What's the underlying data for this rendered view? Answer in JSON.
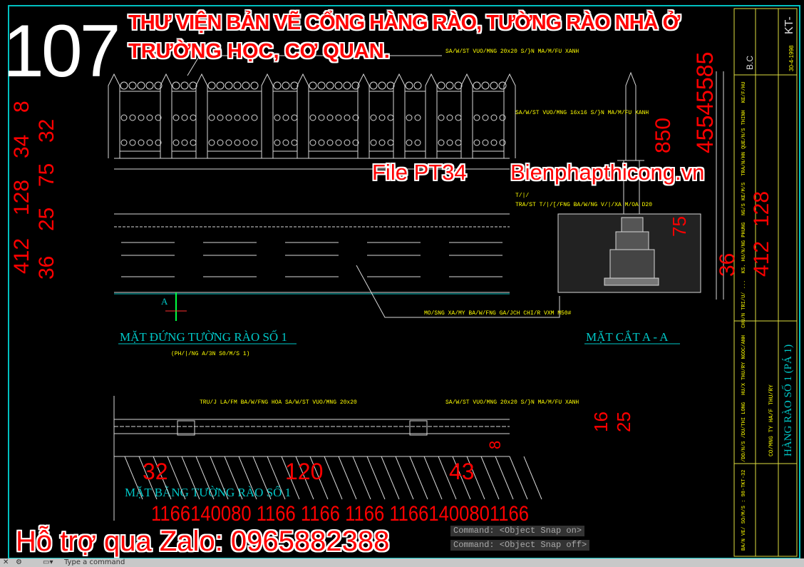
{
  "overlay": {
    "number": "107",
    "title_line1": "THƯ VIỆN BẢN VẼ CỔNG HÀNG RÀO, TƯỜNG RÀO NHÀ Ở",
    "title_line2": "TRƯỜNG HỌC, CƠ QUAN.",
    "file_label": "File PT34",
    "website": "Bienphapthicong.vn",
    "support": "Hỗ trợ qua Zalo: 0965882388"
  },
  "drawing": {
    "elevation_title": "MẶT ĐỨNG TƯỜNG RÀO SỐ 1",
    "elevation_subtitle": "(PH/|/NG A/3N S0/M/S 1)",
    "section_title": "MẶT CẮT A - A",
    "plan_title": "MẶT BẰNG TƯỜNG RÀO SỐ 1",
    "section_marker": "A",
    "notes": {
      "top_bar": "SA/W/ST VUO/MNG 20x20 S/}N MA/M/FU XANH",
      "mid_bar": "SA/W/ST VUO/MNG 16x16 S/}N MA/M/FU XANH",
      "post_note1": "T/|/",
      "post_note2": "TRA/ST T/|/[/FNG BA/W/NG V/|/XA M/OA D20",
      "foundation": "MO/SNG XA/MY BA/W/FNG GA/JCH CHI/R VXM M50#",
      "plan_post": "TRU/J LA/FM BA/W/FNG HOA SA/W/ST VUO/MNG 20x20",
      "plan_bar": "SA/W/ST VUO/MNG 20x20 S/}N MA/M/FU XANH"
    },
    "dims_left": [
      "8",
      "32",
      "75",
      "34",
      "25",
      "128",
      "412",
      "36"
    ],
    "dims_section": [
      "45545585",
      "850",
      "75",
      "128",
      "412",
      "36"
    ],
    "dims_plan_top": [
      "32",
      "120",
      "43",
      "16",
      "25",
      "8"
    ],
    "dims_plan_bottom": "1166140080 1166 1166 1166 11661400801166"
  },
  "title_block": {
    "sheet_code": "KT-",
    "bc": "B.C",
    "date": "30-4-1998",
    "sheet_title": "HÀNG RÀO SỐ 1 (PÁ 1)",
    "company": "CO/MNG TY HA/F THU/RY",
    "rows": [
      "KE/F/HU",
      "TRA/N/HN QUE/N/S THINH",
      "NG/S KE/M/S",
      "KS. HU/N/NG PHUNG",
      "CHU/N TRI/U/ ...",
      "HU/X THU/RY NGOC/ANH",
      "/DO/N/S /DU/THI LONG",
      "BA/N VE/ SO/M/S : 98-TKT-32"
    ]
  },
  "command_line": {
    "line1": "Command:  <Object Snap on>",
    "line2": "Command:  <Object Snap off>",
    "prompt": "Type a command"
  },
  "colors": {
    "background": "#000000",
    "frame": "#00c0c0",
    "annotation": "#ffff00",
    "title_text": "#00c8c8",
    "dimension": "#ff0000",
    "linework": "#e0e0e0"
  }
}
